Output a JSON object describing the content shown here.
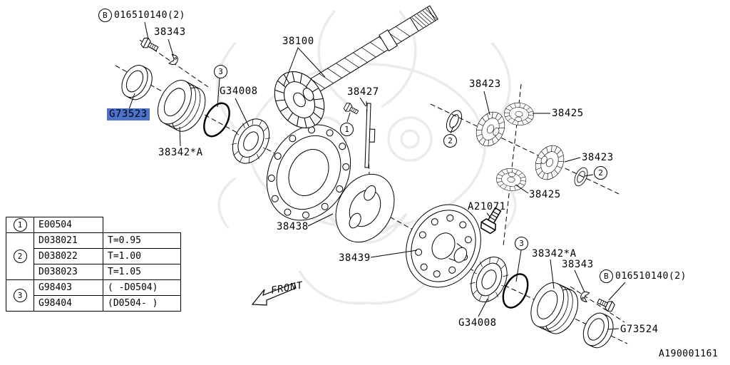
{
  "drawing": {
    "number": "A190001161",
    "front": "FRONT"
  },
  "colors": {
    "highlight": "#4d72cc",
    "line": "#000000",
    "watermark": "#ebebeb"
  },
  "labels": {
    "bolt_spec_top_badge": "B",
    "bolt_spec_top": "016510140(2)",
    "snap_ring_top": "38343",
    "drive_pinion": "38100",
    "ref_oring_left": "3",
    "bearing_left": "G34008",
    "oil_seal_left": "G73523",
    "retainer_left": "38342*A",
    "pinion_pin": "38427",
    "ref_bolt": "1",
    "side_gear_upper": "38423",
    "ref_washer_upper": "2",
    "pinion_gear_upper": "38425",
    "side_gear_lower": "38423",
    "ref_washer_lower": "2",
    "pinion_gear_lower": "38425",
    "bolt_case": "A21071",
    "diff_case": "38438",
    "ring_gear": "38439",
    "ref_oring_right": "3",
    "retainer_right": "38342*A",
    "snap_ring_bottom": "38343",
    "bolt_spec_bottom_badge": "B",
    "bolt_spec_bottom": "016510140(2)",
    "bearing_right": "G34008",
    "oil_seal_right": "G73524"
  },
  "table": {
    "rows": [
      {
        "badge": "1",
        "part": "E00504"
      },
      {
        "badge": "2",
        "part": "D038021",
        "spec": "T=0.95"
      },
      {
        "part": "D038022",
        "spec": "T=1.00"
      },
      {
        "part": "D038023",
        "spec": "T=1.05"
      },
      {
        "badge": "3",
        "part": "G98403",
        "spec": "( -D0504)"
      },
      {
        "part": "G98404",
        "spec": "(D0504- )"
      }
    ]
  }
}
